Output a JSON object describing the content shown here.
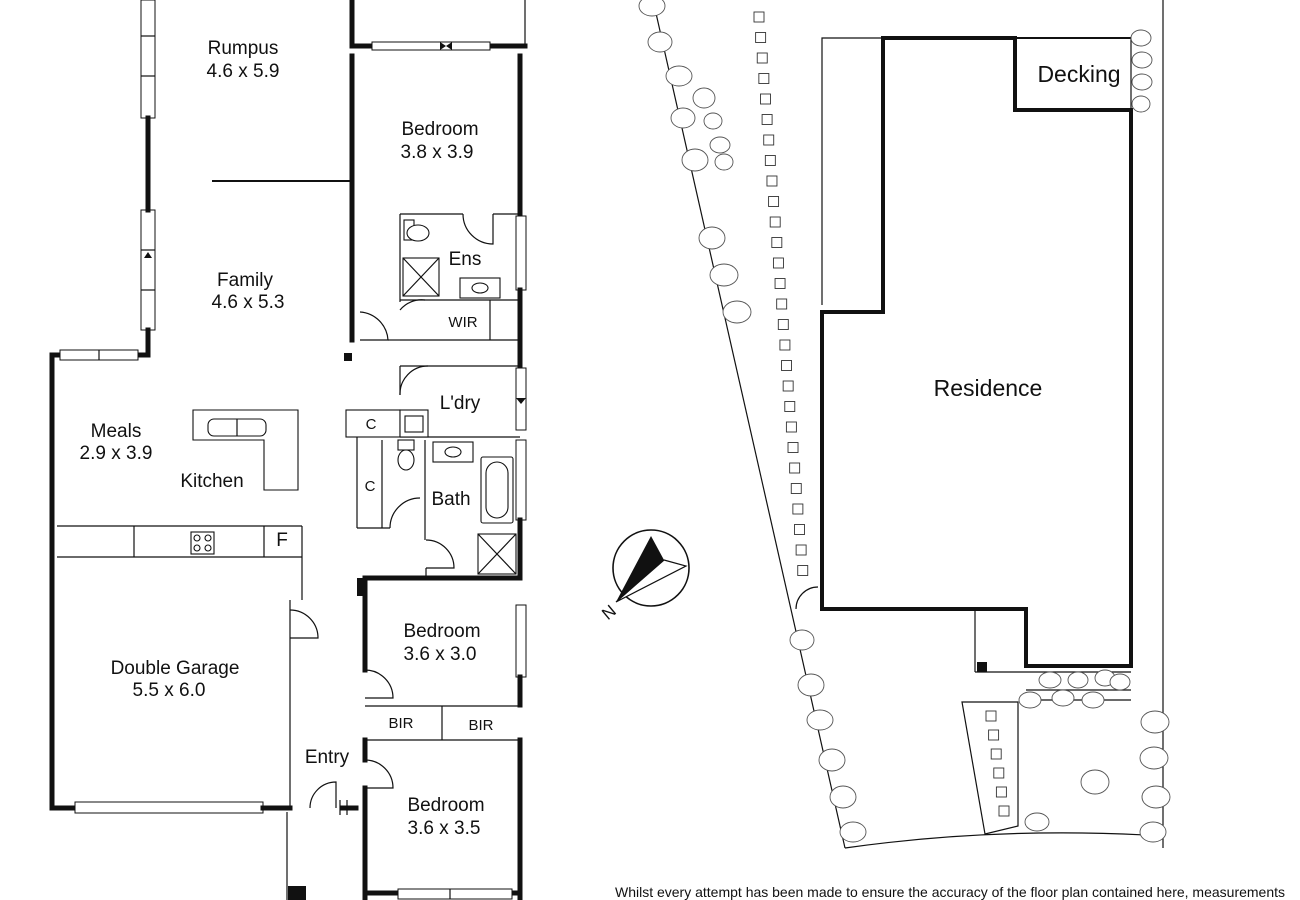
{
  "rooms": {
    "rumpus": {
      "name": "Rumpus",
      "dim": "4.6 x 5.9"
    },
    "bedroom1": {
      "name": "Bedroom",
      "dim": "3.8 x 3.9"
    },
    "ensuite": {
      "name": "Ens"
    },
    "wir": {
      "name": "WIR"
    },
    "family": {
      "name": "Family",
      "dim": "4.6 x 5.3"
    },
    "laundry": {
      "name": "L'dry"
    },
    "cupboard1": {
      "name": "C"
    },
    "cupboard2": {
      "name": "C"
    },
    "meals": {
      "name": "Meals",
      "dim": "2.9 x 3.9"
    },
    "kitchen": {
      "name": "Kitchen"
    },
    "bath": {
      "name": "Bath"
    },
    "fridge": {
      "name": "F"
    },
    "bedroom2": {
      "name": "Bedroom",
      "dim": "3.6 x 3.0"
    },
    "garage": {
      "name": "Double Garage",
      "dim": "5.5 x 6.0"
    },
    "bir1": {
      "name": "BIR"
    },
    "bir2": {
      "name": "BIR"
    },
    "entry": {
      "name": "Entry"
    },
    "bedroom3": {
      "name": "Bedroom",
      "dim": "3.6 x 3.5"
    }
  },
  "site": {
    "decking": "Decking",
    "residence": "Residence"
  },
  "compass": {
    "label": "N"
  },
  "disclaimer": "Whilst every attempt has been made to ensure the accuracy of the floor plan contained here, measurements"
}
